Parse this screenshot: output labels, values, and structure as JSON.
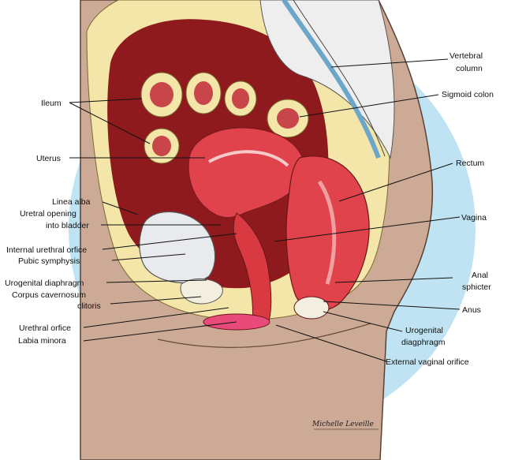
{
  "signature": "Michelle Leveille",
  "labels": {
    "vertebral_column_1": "Vertebral",
    "vertebral_column_2": "column",
    "sigmoid_colon": "Sigmoid colon",
    "ileum": "Ileum",
    "uterus": "Uterus",
    "rectum": "Rectum",
    "linea_alba": "Linea alba",
    "uretral_opening_1": "Uretral opening",
    "uretral_opening_2": "into bladder",
    "vagina": "Vagina",
    "internal_urethral_orfice": "Internal urethral orfice",
    "pubic_symphysis": "Pubic symphysis",
    "anal_sphicter_1": "Anal",
    "anal_sphicter_2": "sphicter",
    "urogenital_diaphragm_left": "Urogenital diaphragm",
    "corpus_cavernosum_1": "Corpus cavernosum",
    "corpus_cavernosum_2": "clitoris",
    "anus": "Anus",
    "urethral_orfice": "Urethral orfice",
    "urogenital_diagphragm_1": "Urogenital",
    "urogenital_diagphragm_2": "diagphragm",
    "labia_minora": "Labia minora",
    "external_vaginal_orifice": "External vaginal orifice"
  },
  "colors": {
    "backdrop_circle": "#bfe3f2",
    "skin": "#cdaa96",
    "fat": "#f3e6a8",
    "muscle_red": "#d93a42",
    "dark_cavity": "#8e1a1e",
    "bladder": "#e8eaee",
    "bone": "#f2efe0"
  }
}
